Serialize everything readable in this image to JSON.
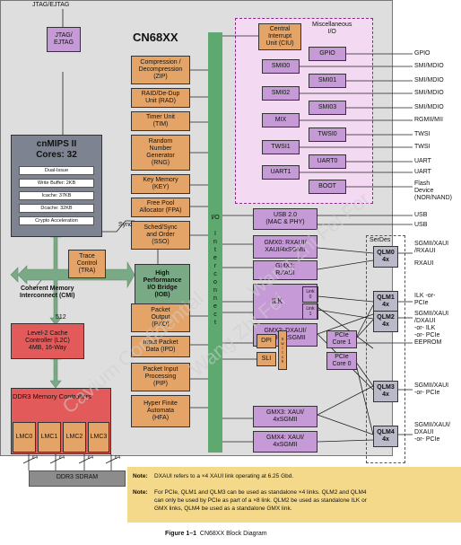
{
  "chip_title": "CN68XX",
  "jtag_ext": "JTAG/EJTAG",
  "jtag_box": "JTAG/\nEJTAG",
  "cpu": {
    "title1": "cnMIPS II",
    "title2": "Cores: 32",
    "items": [
      "Dual-Issue",
      "Write Buffer: 2KB",
      "Icache: 37KB",
      "Dcache: 32KB",
      "Crypto Acceleration"
    ]
  },
  "blocks": {
    "zip": "Compression /\nDecompression\n(ZIP)",
    "rad": "RAID/De-Dup\nUnit (RAD)",
    "tim": "Timer Unit\n(TIM)",
    "rng": "Random\nNumber\nGenerator\n(RNG)",
    "key": "Key Memory\n(KEY)",
    "fpa": "Free Pool\nAllocator (FPA)",
    "sso": "Sched/Sync\nand Order\n(SSO)",
    "tra": "Trace\nControl\n(TRA)",
    "iob": "High\nPerformance\nI/O Bridge\n(IOB)",
    "pko": "Packet\nOutput\n(PKO)",
    "ipd": "Input Packet\nData (IPD)",
    "pip": "Packet Input\nProcessing\n(PIP)",
    "hfa": "Hyper Finite\nAutomata\n(HFA)",
    "l2c": "Level-2 Cache\nController (L2C)\n4MB, 16-Way",
    "ddr_title": "DDR3 Memory Controllers",
    "lmc": [
      "LMC0",
      "LMC1",
      "LMC2",
      "LMC3"
    ],
    "sdram": "DDR3 SDRAM",
    "ddr_width": "64"
  },
  "labels": {
    "sync": "Sync",
    "cmi": "Coherent Memory\nInterconnect (CMI)",
    "bus512": "512",
    "io_interconnect": "I/O\n\nI\nn\nt\ne\nr\nc\no\nn\nn\ne\nc\nt",
    "misc_title": "Miscellaneous\nI/O",
    "serdes": "SerDes"
  },
  "misc": {
    "ciu": "Central\nInterrupt\nUnit (CIU)",
    "gpio": "GPIO",
    "smi0": "SMI00",
    "smi1": "SMI01",
    "smi2": "SMI02",
    "smi3": "SMI03",
    "mix": "MIX",
    "twsi0": "TWSI0",
    "twsi1": "TWSI1",
    "uart0": "UART0",
    "uart1": "UART1",
    "boot": "BOOT"
  },
  "io": {
    "usb": "USB 2.0\n(MAC & PHY)",
    "gmx0": "GMX0: RXAUI/\nXAUI/4xSGMII",
    "gmx1": "GMX1:\nRXAUI",
    "ilk": "ILK",
    "link0": "Link\n0",
    "link1": "Link\n1",
    "gmx2": "GMX2: DXAUI/\nXAUI/4xSGMII",
    "dpi": "DPI",
    "sli": "SLI",
    "switch": "S\nw\ni\nt\nc\nh",
    "pcie1": "PCIe\nCore 1",
    "pcie0": "PCIe\nCore 0",
    "gmx3": "GMX3: XAUI/\n4xSGMII",
    "gmx4": "GMX4: XAUI/\n4xSGMII"
  },
  "qlm": [
    {
      "name": "QLM0",
      "lanes": "4x"
    },
    {
      "name": "QLM1",
      "lanes": "4x"
    },
    {
      "name": "QLM2",
      "lanes": "4x"
    },
    {
      "name": "QLM3",
      "lanes": "4x"
    },
    {
      "name": "QLM4",
      "lanes": "4x"
    }
  ],
  "external": {
    "gpio": "GPIO",
    "smi1": "SMI/MDIO",
    "smi2": "SMI/MDIO",
    "smi3": "SMI/MDIO",
    "smi4": "SMI/MDIO",
    "rgmii": "RGMII/MII",
    "twsi0": "TWSI",
    "twsi1": "TWSI",
    "uart0": "UART",
    "uart1": "UART",
    "flash": "Flash\nDevice\n(NOR/NAND)",
    "usb1": "USB",
    "usb2": "USB",
    "qlm0a": "SGMII/XAUI\n/RXAUI",
    "qlm0b": "RXAUI",
    "qlm1": "ILK -or-\nPCIe",
    "qlm2": "SGMII/XAUI\n/DXAUI\n-or- ILK\n-or- PCIe",
    "eeprom": "EEPROM",
    "qlm3": "SGMII/XAUI\n-or- PCIe",
    "qlm4": "SGMII/XAUI/\nDXAUI\n-or- PCIe"
  },
  "notes": {
    "label": "Note:",
    "n1": "DXAUI refers to a ×4 XAUI link operating at 6.25 Gbd.",
    "n2": "For PCIe, QLM1 and QLM3 can be used as standalone ×4 links. QLM2 and QLM4\ncan only be used by PCIe as part of a ×8 link. QLM2 be used as standalone ILK or\nGMX links, QLM4 be used as a standalone GMX link."
  },
  "caption": {
    "fig": "Figure 1–1",
    "text": "CN68XX Block Diagram"
  },
  "watermark": [
    "Cavium Confidential",
    "Wang Zhi Fei",
    "Wang Zhi Fei For"
  ]
}
